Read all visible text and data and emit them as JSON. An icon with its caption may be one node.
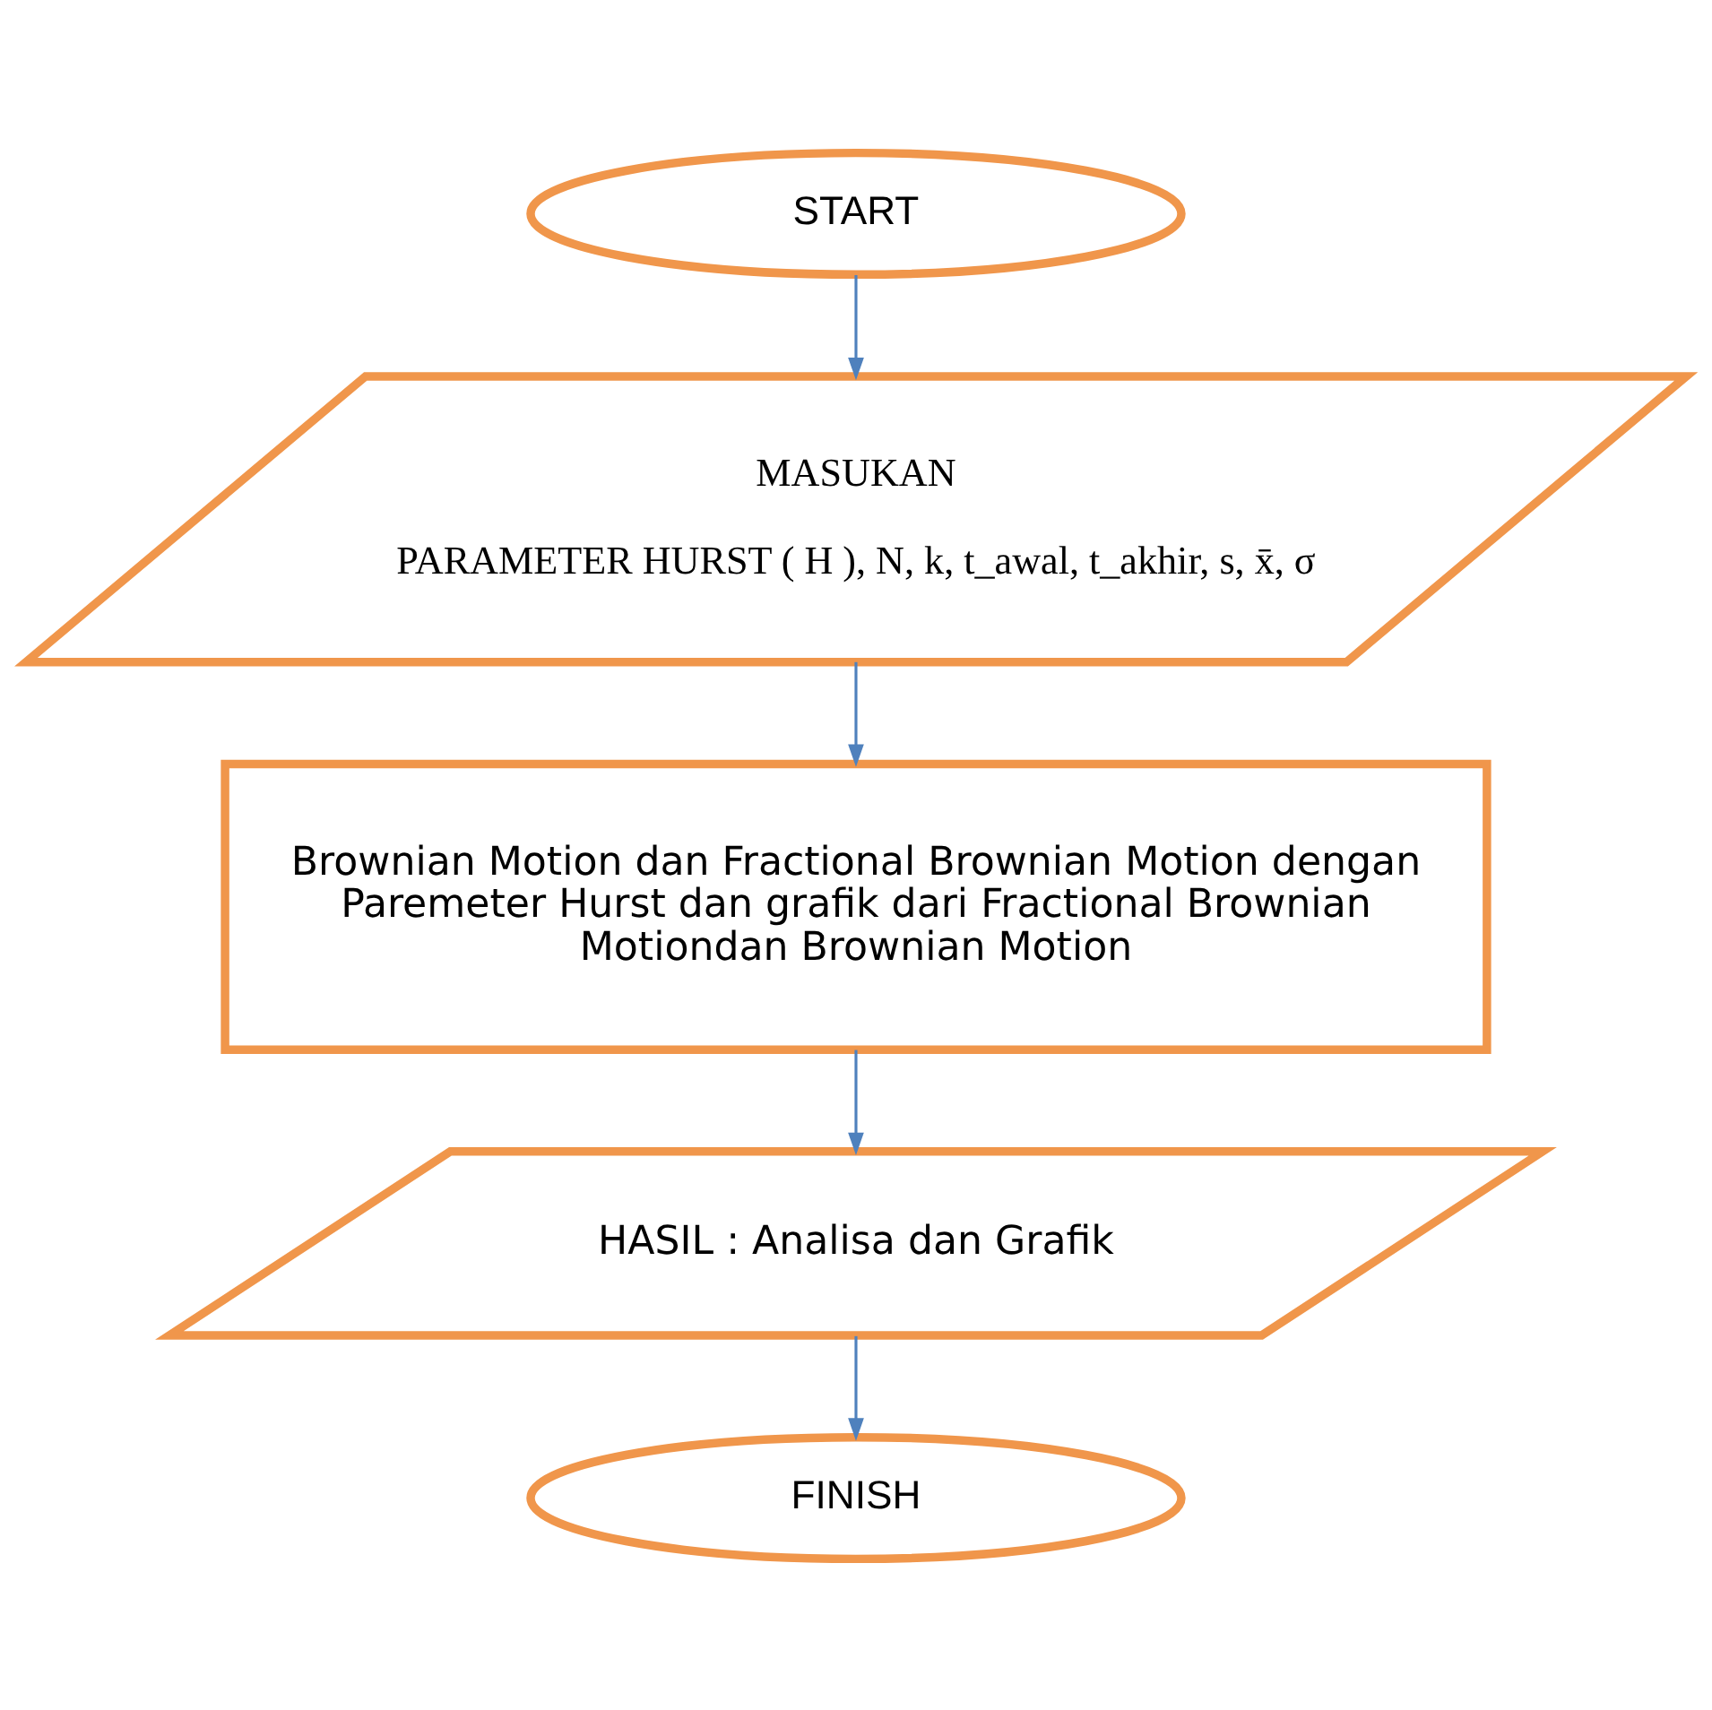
{
  "diagram": {
    "nodes": [
      {
        "text": [
          "START"
        ]
      },
      {
        "text": [
          "MASUKAN",
          "PARAMETER HURST ( H ), N, k, t_awal, t_akhir, s, x̄, σ"
        ]
      },
      {
        "text": [
          "Brownian Motion dan Fractional Brownian Motion dengan Paremeter Hurst dan grafik dari Fractional Brownian Motiondan Brownian Motion"
        ]
      },
      {
        "text": [
          "HASIL : Analisa dan Grafik"
        ]
      },
      {
        "text": [
          "FINISH"
        ]
      }
    ],
    "edges": [
      {
        "from": 0,
        "to": 1,
        "arrow": "to"
      },
      {
        "from": 1,
        "to": 2,
        "arrow": "to"
      },
      {
        "from": 2,
        "to": 3,
        "arrow": "to"
      },
      {
        "from": 3,
        "to": 4,
        "arrow": "to"
      }
    ]
  }
}
